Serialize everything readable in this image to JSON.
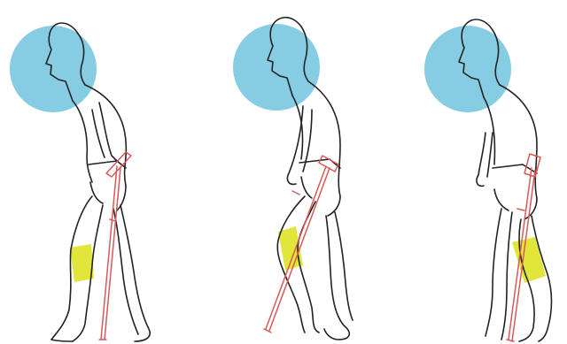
{
  "colors": {
    "head_circle": "#86cde3",
    "knee_highlight": "#e3e63a",
    "crutch": "#d65a58",
    "outline": "#222222",
    "background": "#ffffff"
  },
  "steps": [
    {
      "name": "step-1",
      "figure": "man-walking-with-crutch",
      "crutch_hand": "right",
      "highlighted_leg": "front"
    },
    {
      "name": "step-2",
      "figure": "man-walking-with-crutch",
      "crutch_hand": "right",
      "highlighted_leg": "front"
    },
    {
      "name": "step-3",
      "figure": "man-walking-with-crutch",
      "crutch_hand": "right",
      "highlighted_leg": "rear"
    }
  ]
}
